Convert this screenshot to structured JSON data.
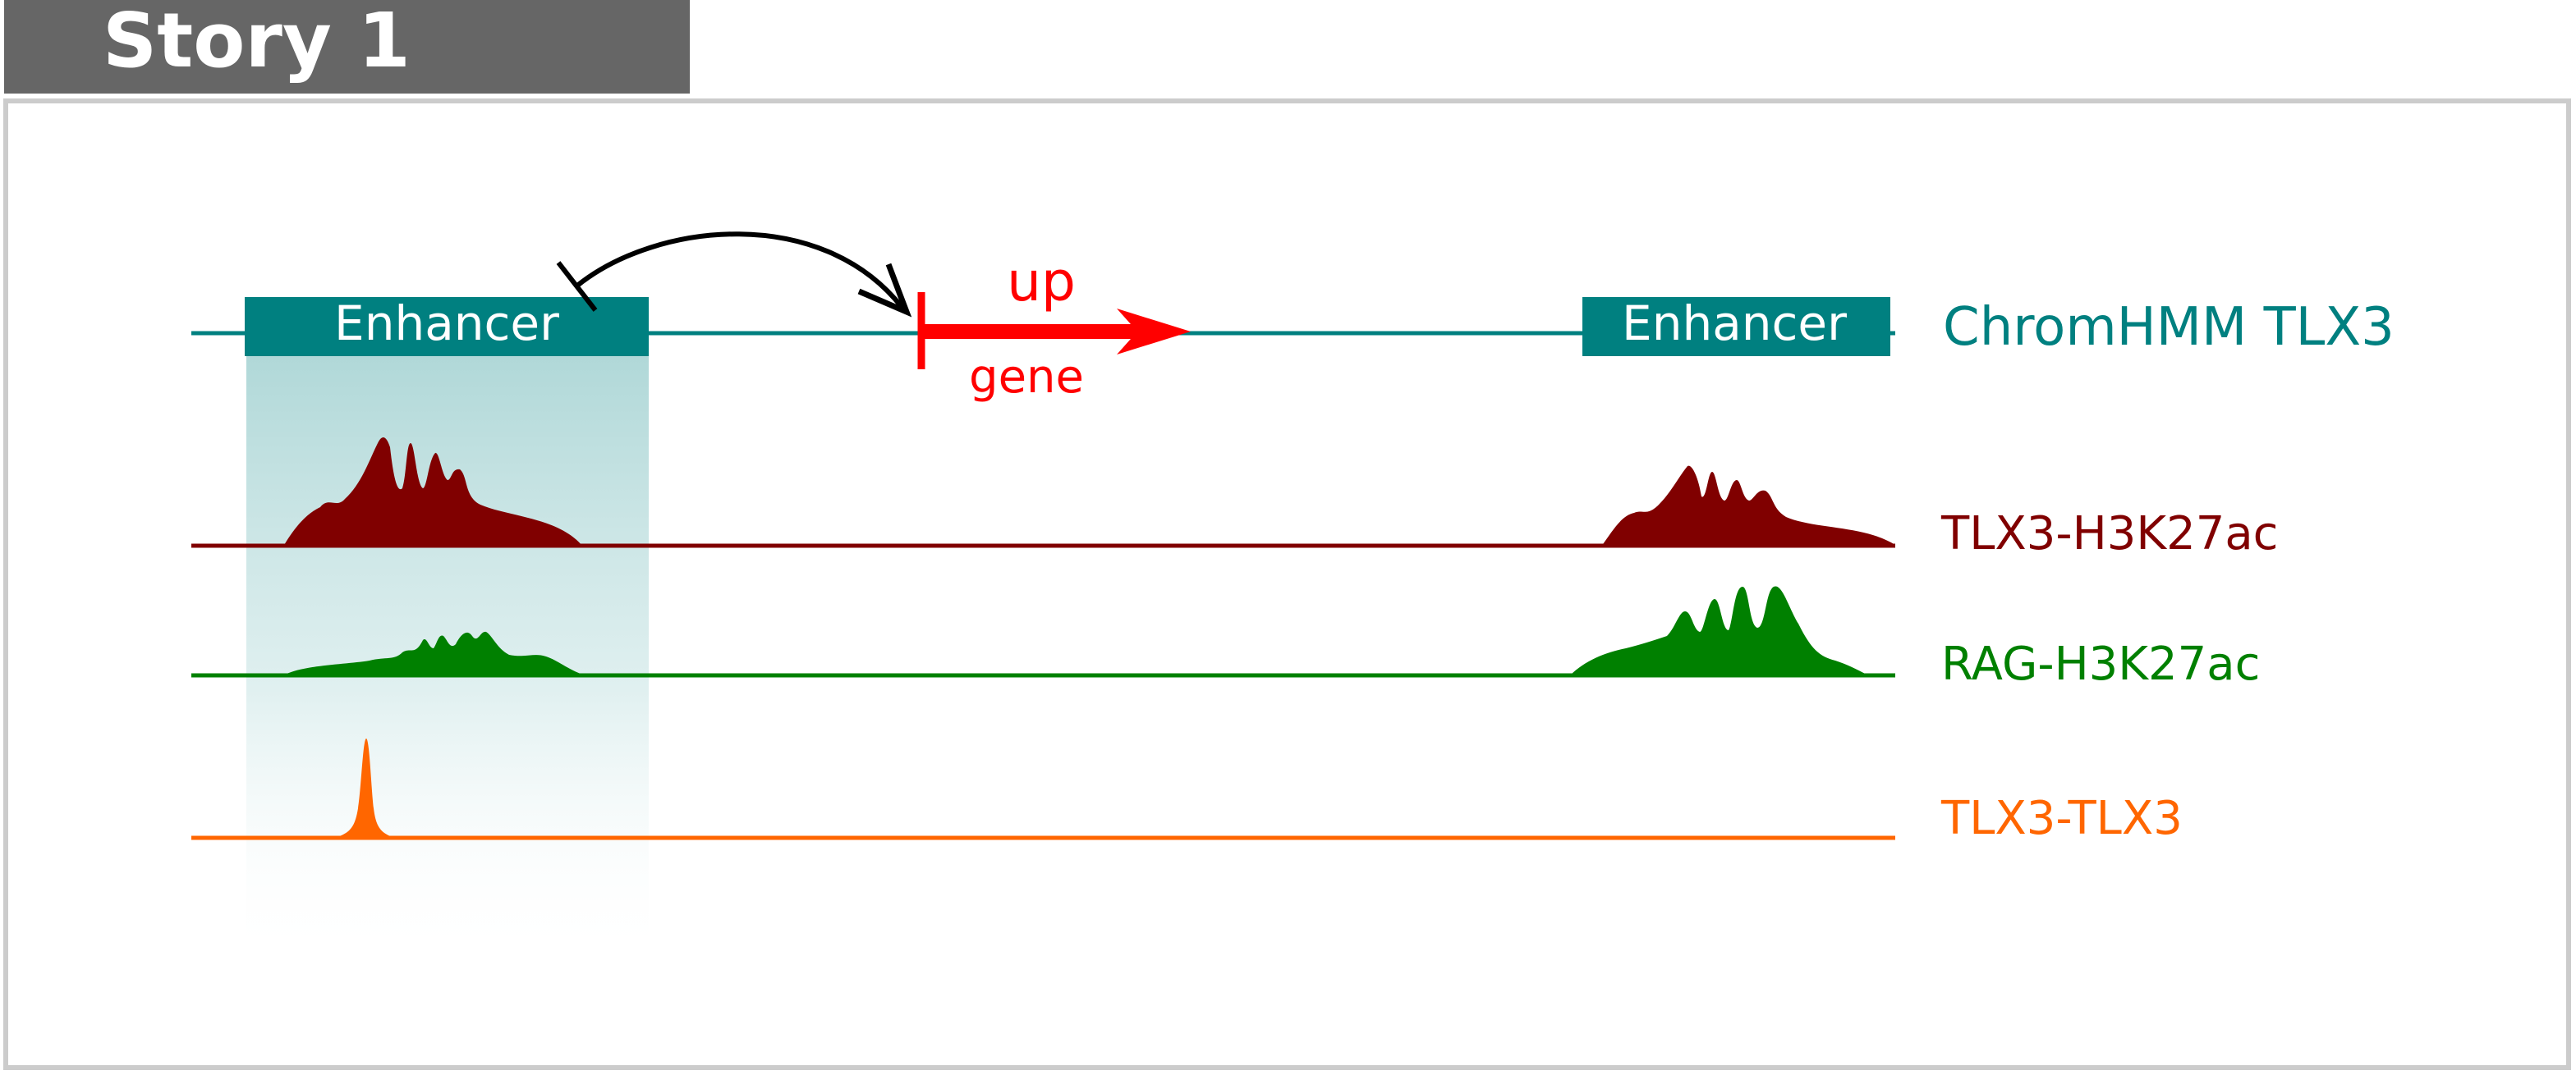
{
  "header": {
    "title": "Story 1"
  },
  "diagram": {
    "enhancer_left_label": "Enhancer",
    "enhancer_right_label": "Enhancer",
    "gene_direction_label": "up",
    "gene_label": "gene",
    "tracks": [
      {
        "label": "ChromHMM TLX3",
        "color": "#008080"
      },
      {
        "label": "TLX3-H3K27ac",
        "color": "#800000"
      },
      {
        "label": "RAG-H3K27ac",
        "color": "#008000"
      },
      {
        "label": "TLX3-TLX3",
        "color": "#ff6600"
      }
    ],
    "gene_color": "#ff0000",
    "arrow_color": "#000000"
  }
}
